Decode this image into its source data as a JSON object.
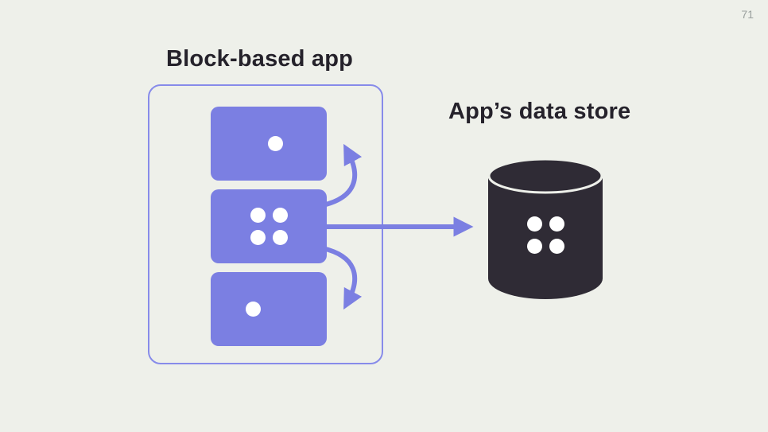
{
  "page": {
    "number": "71"
  },
  "app": {
    "title": "Block-based app",
    "blocks": [
      {
        "name": "top-block",
        "dots": 1
      },
      {
        "name": "middle-block",
        "dots": 4
      },
      {
        "name": "bottom-block",
        "dots": 1
      }
    ]
  },
  "datastore": {
    "label": "App’s data store",
    "dots": 4
  },
  "arrows": [
    {
      "name": "middle-block-to-top-block"
    },
    {
      "name": "middle-block-to-bottom-block"
    },
    {
      "name": "app-to-datastore"
    }
  ],
  "colors": {
    "background": "#eef0ea",
    "accent": "#7b7fe2",
    "container_border": "#878bea",
    "cylinder": "#2f2b35",
    "heading": "#25222b",
    "page_number": "#9aa09e",
    "dot": "#ffffff"
  }
}
